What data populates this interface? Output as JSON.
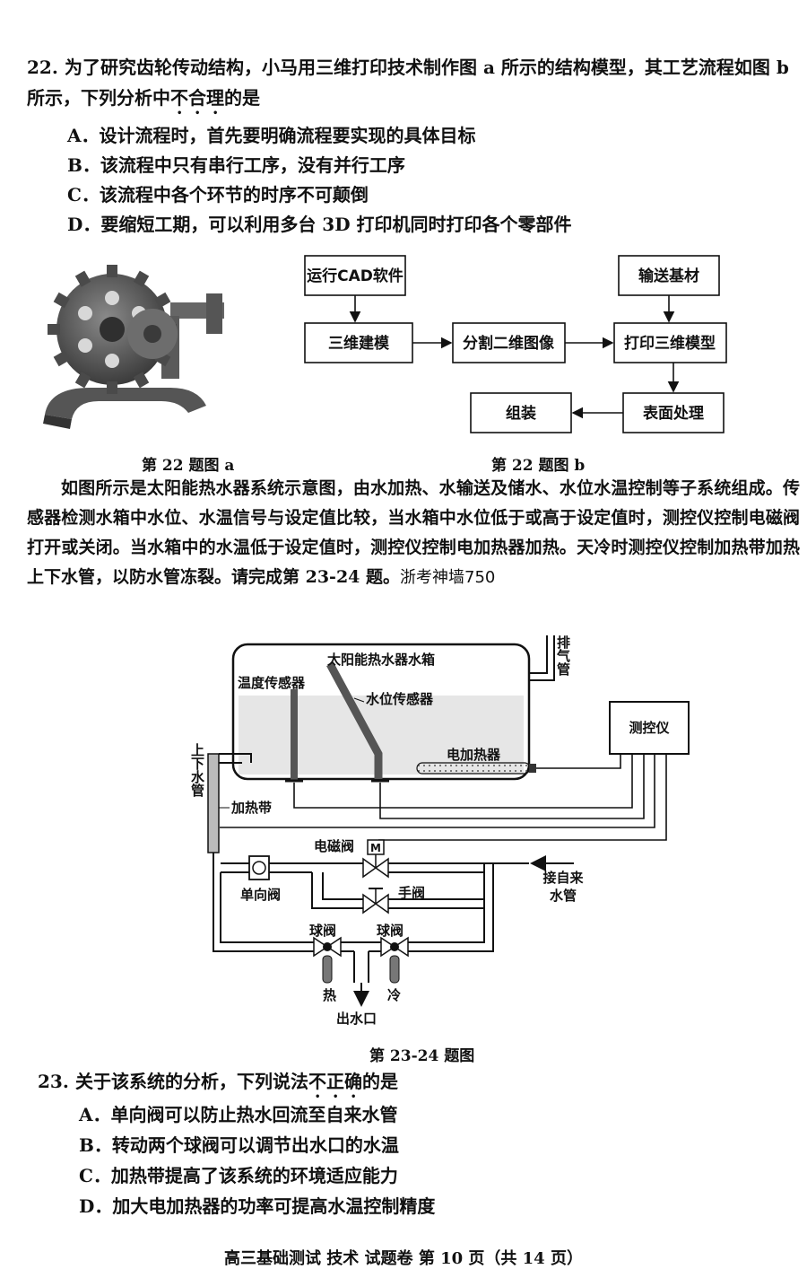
{
  "q22": {
    "number": "22.",
    "stem_part1": "为了研究齿轮传动结构，小马用三维打印技术制作图 a 所示的结构模型，其工艺流程如图 b 所示，下列分析中",
    "stem_emph": "不合理",
    "stem_part2": "的是",
    "options": [
      "A．设计流程时，首先要明确流程要实现的具体目标",
      "B．该流程中只有串行工序，没有并行工序",
      "C．该流程中各个环节的时序不可颠倒",
      "D．要缩短工期，可以利用多台 3D 打印机同时打印各个零部件"
    ],
    "flow": {
      "run_cad": "运行CAD软件",
      "feed": "输送基材",
      "modeling": "三维建模",
      "slice": "分割二维图像",
      "print": "打印三维模型",
      "surface": "表面处理",
      "assemble": "组装"
    },
    "caption_a": "第 22 题图 a",
    "caption_b": "第 22 题图 b"
  },
  "intro": {
    "text": "如图所示是太阳能热水器系统示意图，由水加热、水输送及储水、水位水温控制等子系统组成。传感器检测水箱中水位、水温信号与设定值比较，当水箱中水位低于或高于设定值时，测控仪控制电磁阀打开或关闭。当水箱中的水温低于设定值时，测控仪控制电加热器加热。天冷时测控仪控制加热带加热上下水管，以防水管冻裂。请完成第 23-24 题。",
    "watermark": "浙考神墙750"
  },
  "diagram": {
    "tank": "太阳能热水器水箱",
    "temp_sensor": "温度传感器",
    "level_sensor": "水位传感器",
    "heater": "电加热器",
    "vent": "排气管",
    "controller": "测控仪",
    "pipe": "上下水管",
    "heat_band": "加热带",
    "solenoid": "电磁阀",
    "motor": "M",
    "check_valve": "单向阀",
    "manual_valve": "手阀",
    "tap_water": "接自来水管",
    "ball_valve_1": "球阀",
    "ball_valve_2": "球阀",
    "hot": "热",
    "cold": "冷",
    "outlet": "出水口",
    "caption": "第 23-24 题图"
  },
  "q23": {
    "number": "23.",
    "stem_part1": "关于该系统的分析，下列说法",
    "stem_emph": "不正确",
    "stem_part2": "的是",
    "options": [
      "A．单向阀可以防止热水回流至自来水管",
      "B．转动两个球阀可以调节出水口的水温",
      "C．加热带提高了该系统的环境适应能力",
      "D．加大电加热器的功率可提高水温控制精度"
    ]
  },
  "footer": "高三基础测试 技术 试题卷 第 10 页（共 14 页）"
}
